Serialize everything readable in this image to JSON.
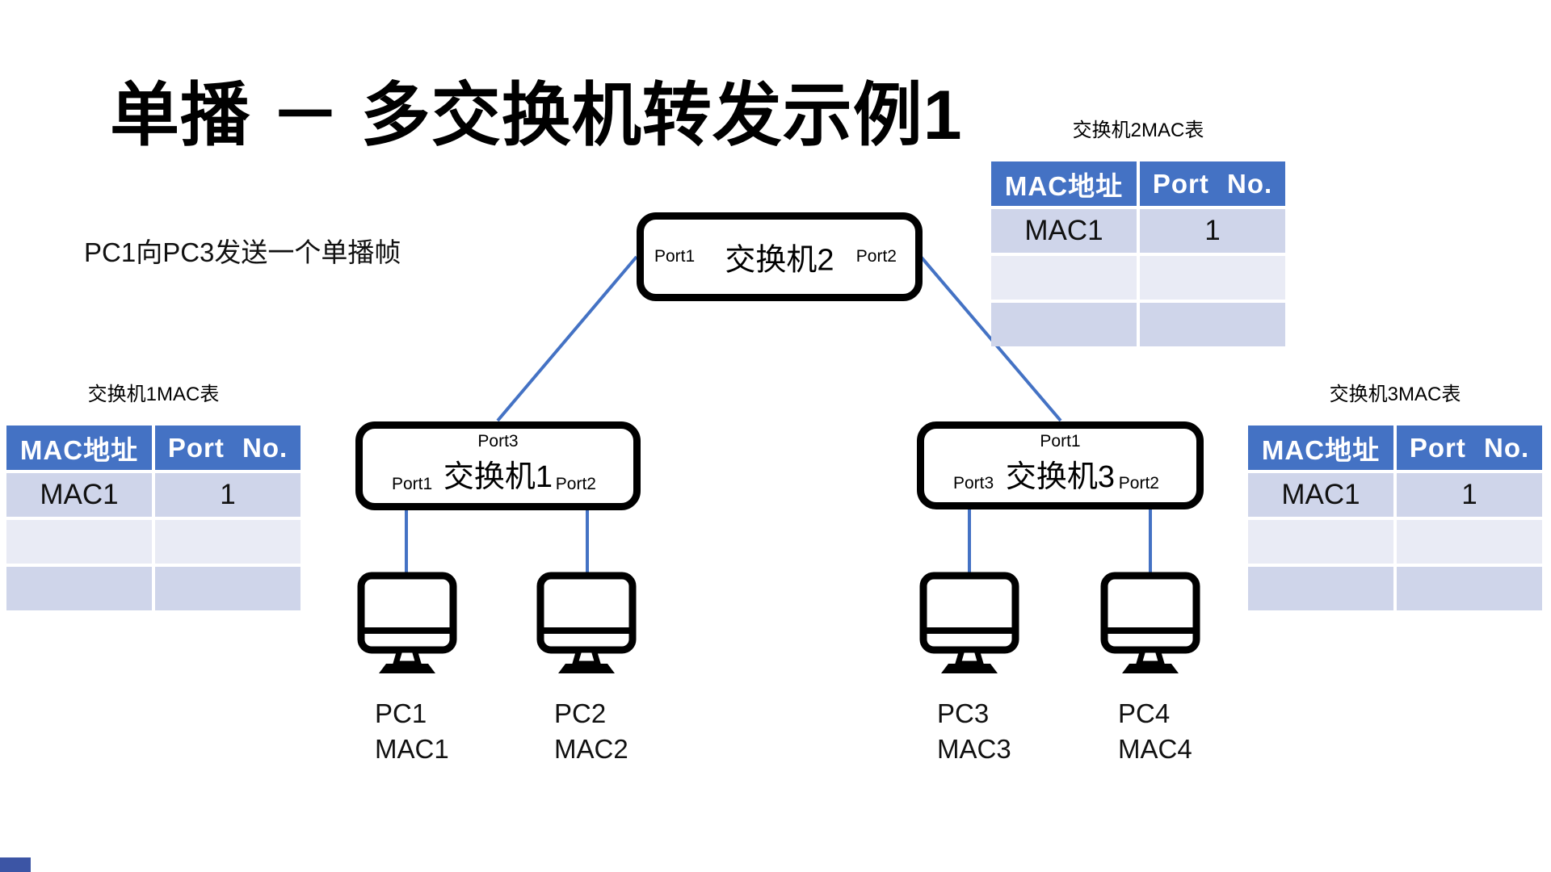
{
  "slide": {
    "title": "单播 － 多交换机转发示例1",
    "subtitle": "PC1向PC3发送一个单播帧"
  },
  "mac_tables": [
    {
      "caption": "交换机1MAC表",
      "col_headers": [
        "MAC地址",
        "Port No."
      ],
      "rows": [
        [
          "MAC1",
          "1"
        ],
        [
          "",
          ""
        ],
        [
          "",
          ""
        ]
      ]
    },
    {
      "caption": "交换机2MAC表",
      "col_headers": [
        "MAC地址",
        "Port No."
      ],
      "rows": [
        [
          "MAC1",
          "1"
        ],
        [
          "",
          ""
        ],
        [
          "",
          ""
        ]
      ]
    },
    {
      "caption": "交换机3MAC表",
      "col_headers": [
        "MAC地址",
        "Port No."
      ],
      "rows": [
        [
          "MAC1",
          "1"
        ],
        [
          "",
          ""
        ],
        [
          "",
          ""
        ]
      ]
    }
  ],
  "switches": [
    {
      "name": "交换机2",
      "port_left": "Port1",
      "port_right": "Port2"
    },
    {
      "name": "交换机1",
      "port_top": "Port3",
      "port_bottom_left": "Port1",
      "port_bottom_right": "Port2"
    },
    {
      "name": "交换机3",
      "port_top": "Port1",
      "port_bottom_left": "Port3",
      "port_bottom_right": "Port2"
    }
  ],
  "pcs": [
    {
      "name": "PC1",
      "mac": "MAC1"
    },
    {
      "name": "PC2",
      "mac": "MAC2"
    },
    {
      "name": "PC3",
      "mac": "MAC3"
    },
    {
      "name": "PC4",
      "mac": "MAC4"
    }
  ],
  "colors": {
    "table_header_bg": "#4472C4",
    "table_header_text": "#FFFFFF",
    "table_row_odd": "#CFD5EA",
    "table_row_even": "#E9EBF5",
    "connector_line": "#4472C4",
    "corner_accent": "#3C55A5"
  }
}
